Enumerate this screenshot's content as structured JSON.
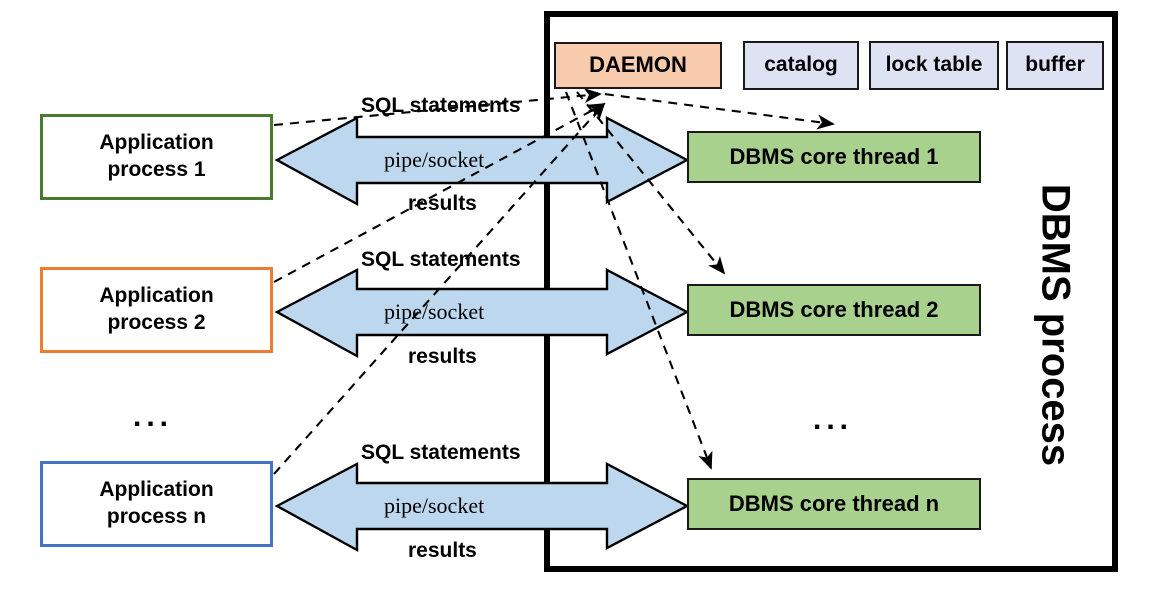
{
  "diagram": {
    "title": "DBMS process architecture (process-per-connection with daemon and core threads)",
    "container_label": "DBMS process",
    "colors": {
      "daemon_fill": "#f8cbad",
      "system_component_fill": "#dde3f3",
      "thread_fill": "#a9d18e",
      "arrow_fill": "#bdd7ee",
      "app1_border": "#4a7a2f",
      "app2_border": "#ed7d31",
      "appn_border": "#4472c4",
      "outline": "#000000"
    }
  },
  "application_processes": [
    {
      "label": "Application\nprocess 1",
      "line1": "Application",
      "line2": "process 1",
      "border_color": "#4a7a2f"
    },
    {
      "label": "Application\nprocess 2",
      "line1": "Application",
      "line2": "process 2",
      "border_color": "#ed7d31"
    },
    {
      "label": "Application\nprocess n",
      "line1": "Application",
      "line2": "process n",
      "border_color": "#4472c4"
    }
  ],
  "app_ellipsis": "...",
  "channels": [
    {
      "top_label": "SQL statements",
      "middle_label": "pipe/socket",
      "bottom_label": "results"
    },
    {
      "top_label": "SQL statements",
      "middle_label": "pipe/socket",
      "bottom_label": "results"
    },
    {
      "top_label": "SQL statements",
      "middle_label": "pipe/socket",
      "bottom_label": "results"
    }
  ],
  "daemon": {
    "label": "DAEMON"
  },
  "system_components": [
    {
      "label": "catalog"
    },
    {
      "label": "lock table"
    },
    {
      "label": "buffer"
    }
  ],
  "core_threads": [
    {
      "label": "DBMS core thread 1"
    },
    {
      "label": "DBMS core thread 2"
    },
    {
      "label": "DBMS core thread n"
    }
  ],
  "thread_ellipsis": "..."
}
